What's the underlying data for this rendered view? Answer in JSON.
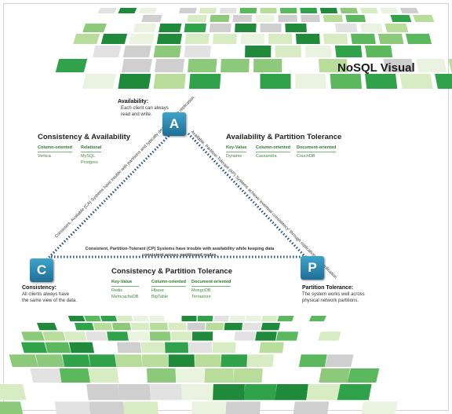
{
  "title": "NoSQL Visual",
  "nodes": {
    "a": "A",
    "c": "C",
    "p": "P"
  },
  "availability": {
    "heading": "Availability:",
    "text1": "Each client can always",
    "text2": "read and write."
  },
  "consistency": {
    "heading": "Consistency:",
    "text1": "All clients always have",
    "text2": "the same view of the data."
  },
  "partition": {
    "heading": "Partition Tolerance:",
    "text1": "The system works well across",
    "text2": "physical network partitions."
  },
  "ca": {
    "title": "Consistency & Availability",
    "columns": [
      {
        "header": "Column-oriented",
        "items": [
          "Vertica"
        ]
      },
      {
        "header": "Relational",
        "items": [
          "MySQL",
          "Postgres"
        ]
      }
    ]
  },
  "ap": {
    "title": "Availability & Partition Tolerance",
    "columns": [
      {
        "header": "Key-Value",
        "items": [
          "Dynamo"
        ]
      },
      {
        "header": "Column-oriented",
        "items": [
          "Cassandra"
        ]
      },
      {
        "header": "Document-oriented",
        "items": [
          "CouchDB"
        ]
      }
    ]
  },
  "cp": {
    "title": "Consistency & Partition Tolerance",
    "columns": [
      {
        "header": "Key-Value",
        "items": [
          "Redis",
          "MemcacheDB"
        ]
      },
      {
        "header": "Column-oriented",
        "items": [
          "Hbase",
          "BigTable"
        ]
      },
      {
        "header": "Document-oriented",
        "items": [
          "MongoDB",
          "Terrastore"
        ]
      }
    ]
  },
  "edges": {
    "ca": "Consistent, Available (CA) Systems have trouble with partitions and typically deal with it with replication.",
    "ap": "Available, Partition-Tolerant (AP) Systems achieve 'eventual consistency' through replication and verification.",
    "cp1": "Consistent, Partition-Tolerant (CP) Systems have trouble with availability while keeping data",
    "cp2": "consistent across partitioned nodes."
  }
}
